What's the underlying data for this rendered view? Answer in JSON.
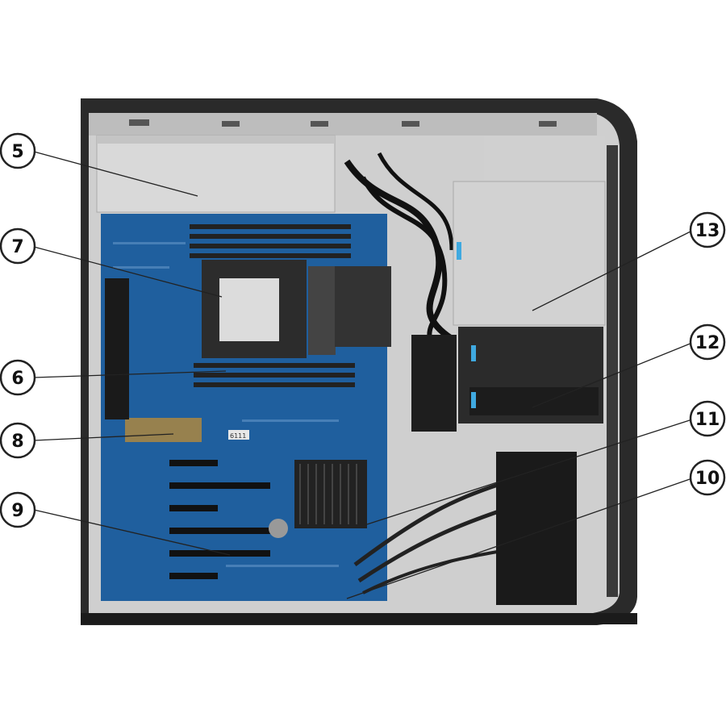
{
  "figure": {
    "callouts": [
      {
        "id": "5"
      },
      {
        "id": "7"
      },
      {
        "id": "6"
      },
      {
        "id": "8"
      },
      {
        "id": "9"
      },
      {
        "id": "13"
      },
      {
        "id": "12"
      },
      {
        "id": "11"
      },
      {
        "id": "10"
      }
    ],
    "board_labels": {
      "slot_label": "6111"
    },
    "colors": {
      "chassis_frame": "#2a2a2a",
      "chassis_interior": "#c9c9c9",
      "motherboard": "#1f5f9e",
      "heatsink": "#222222",
      "drive_cage": "#d2d2d2",
      "accent_blue": "#3f7fc0"
    }
  }
}
